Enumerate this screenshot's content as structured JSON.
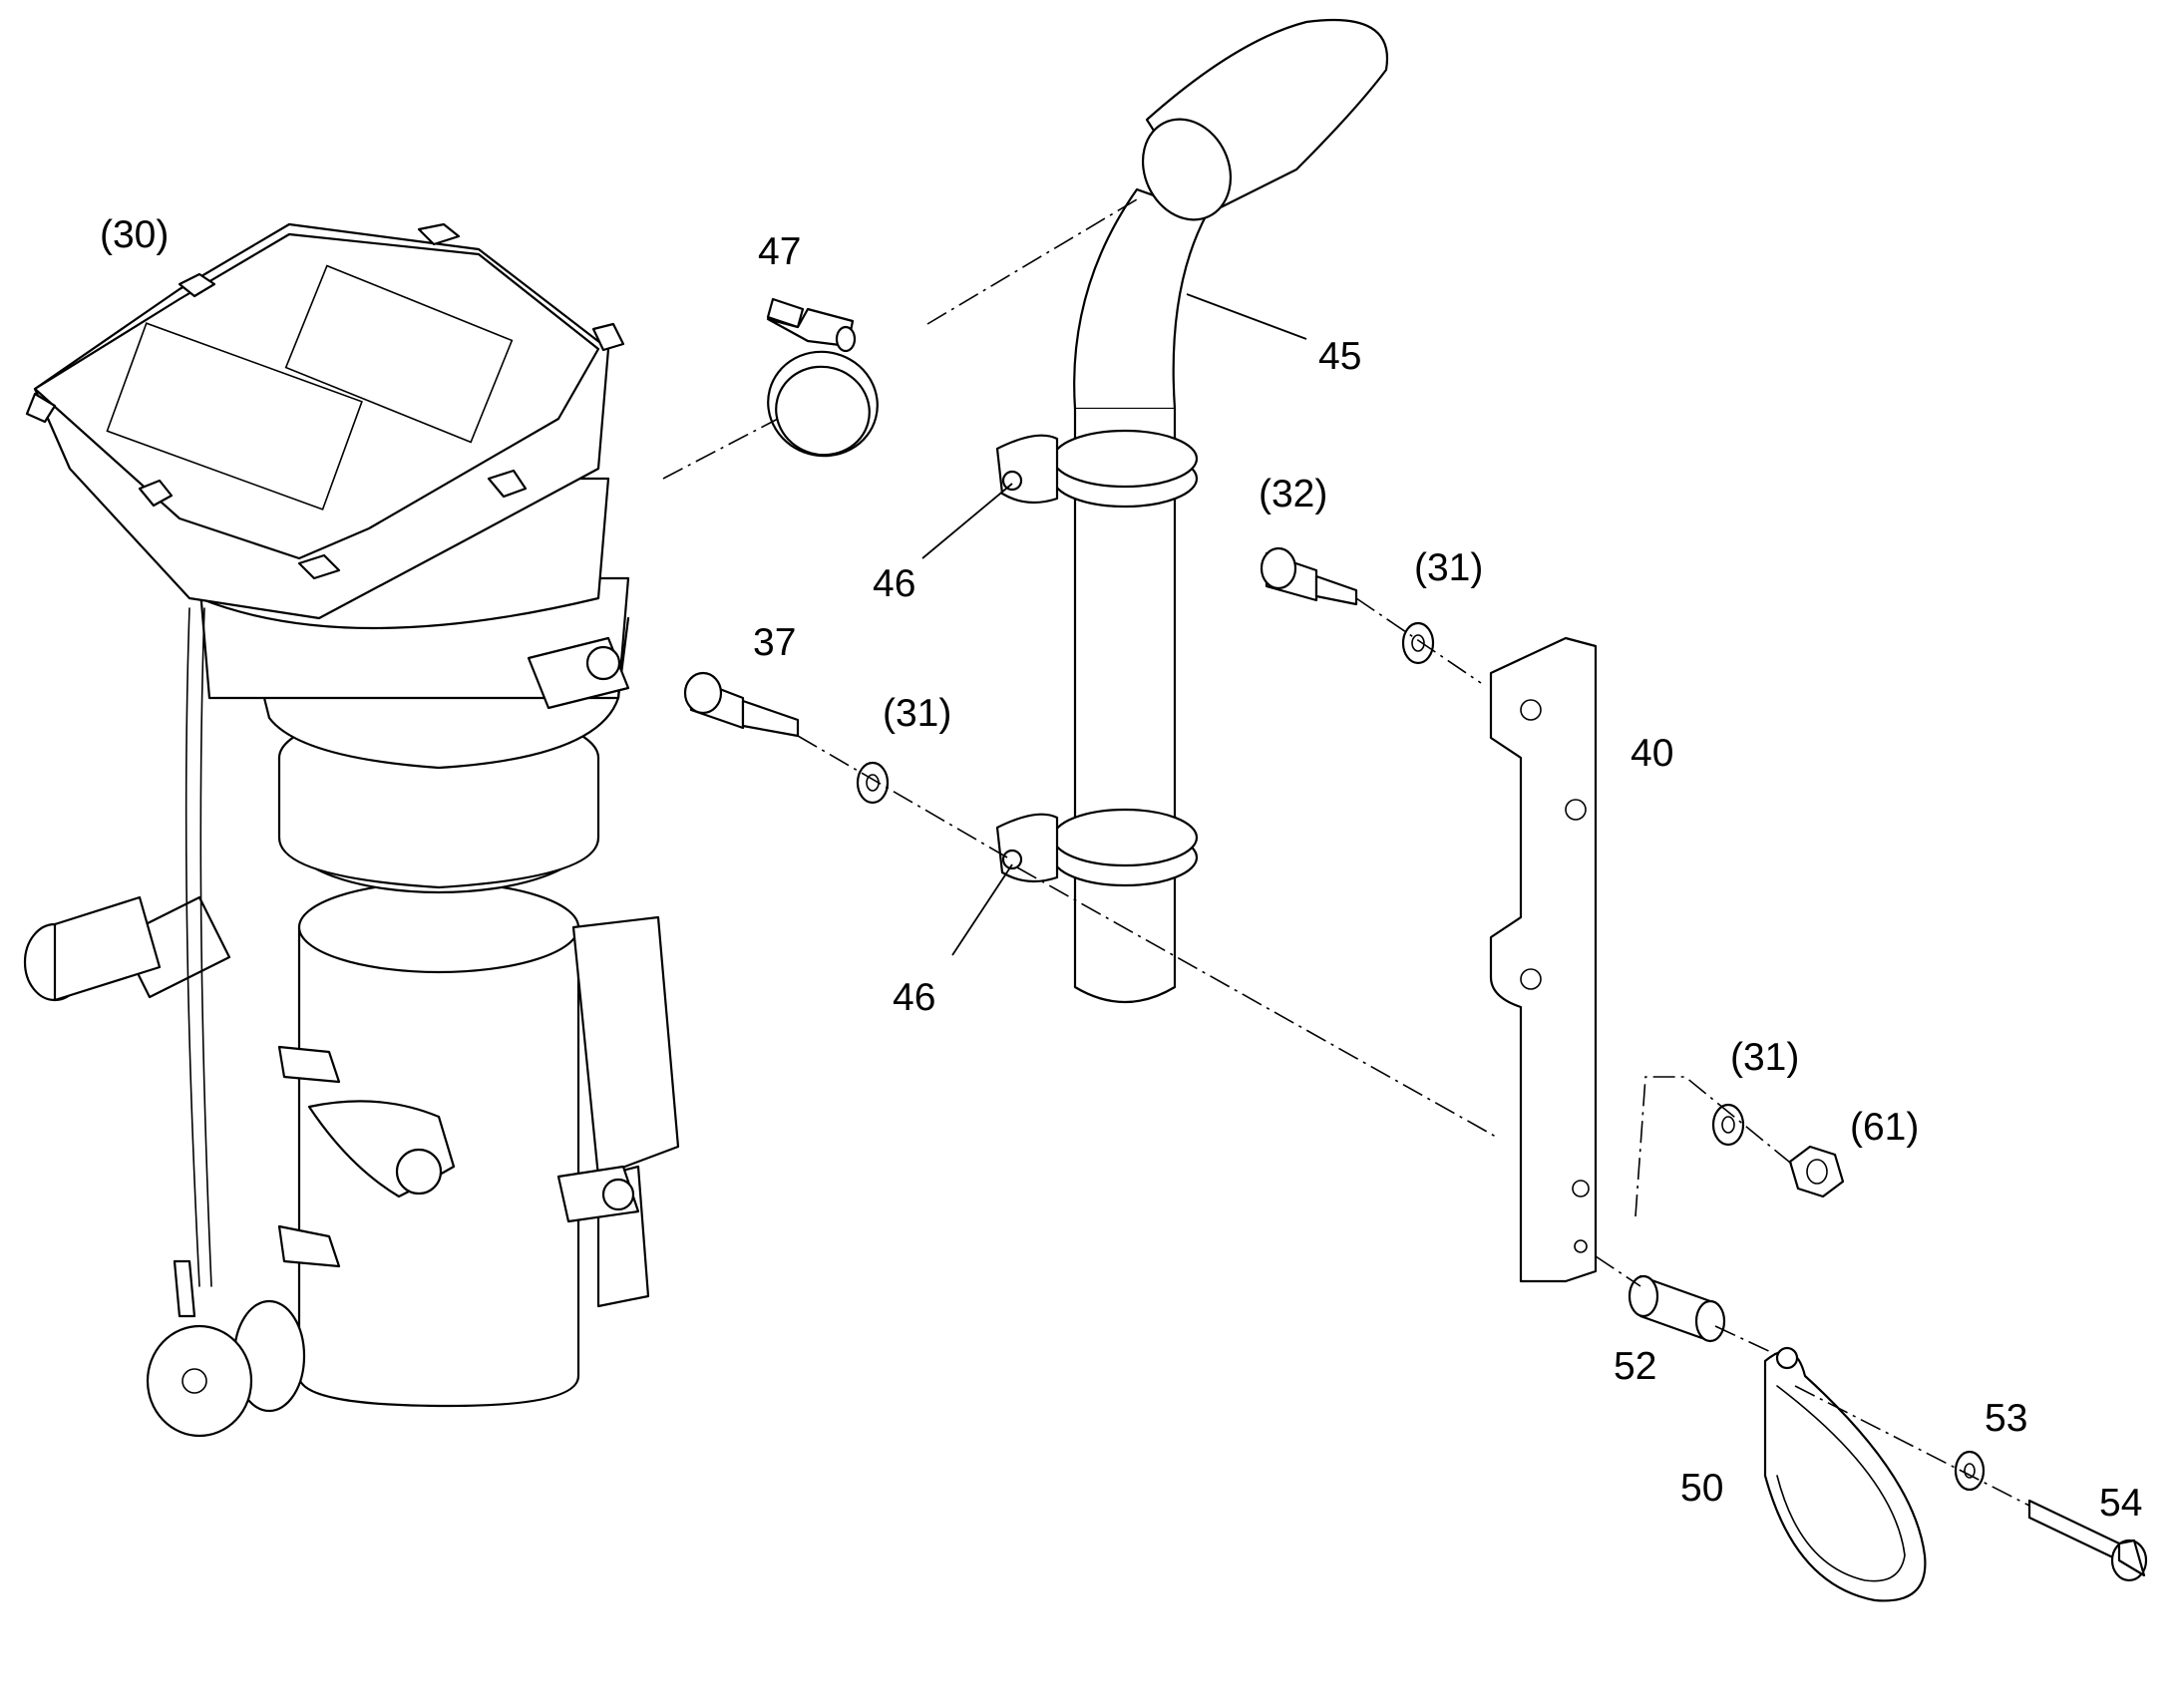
{
  "callouts": {
    "c30": "(30)",
    "c47": "47",
    "c45": "45",
    "c32": "(32)",
    "c31a": "(31)",
    "c31b": "(31)",
    "c31c": "(31)",
    "c37": "37",
    "c40": "40",
    "c46a": "46",
    "c46b": "46",
    "c61": "(61)",
    "c52": "52",
    "c53": "53",
    "c50": "50",
    "c54": "54"
  }
}
